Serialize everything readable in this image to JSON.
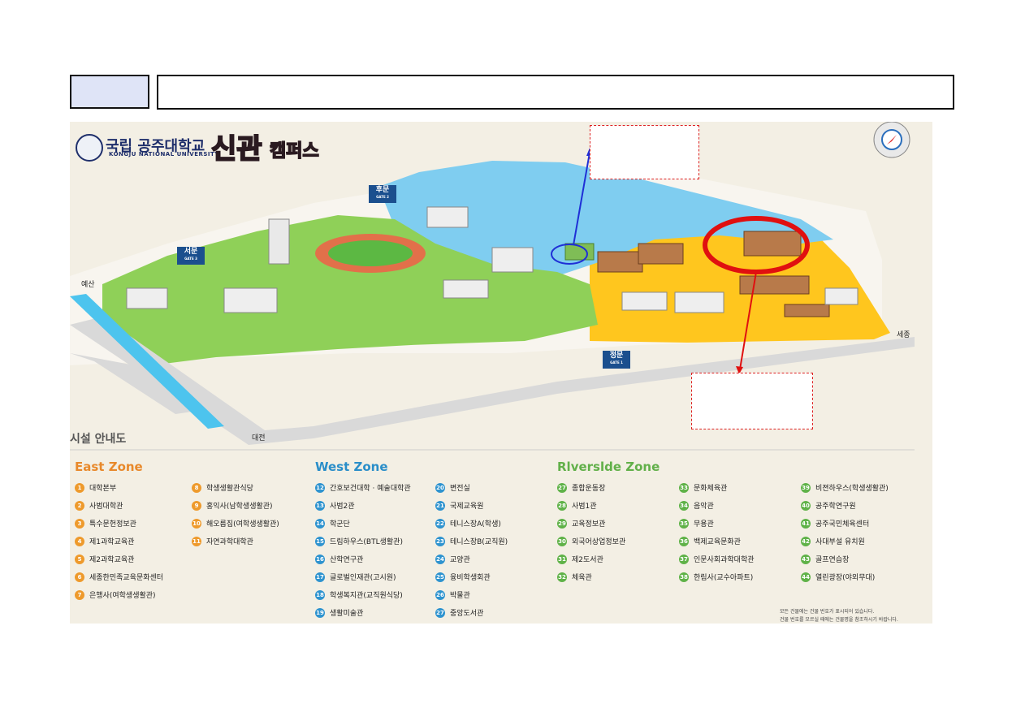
{
  "map": {
    "university_name": "국립 공주대학교",
    "university_name_en": "KONGJU NATIONAL UNIVERSITY",
    "campus_title": "신관",
    "campus_title_suffix": "캠퍼스",
    "facility_guide": "시설 안내도",
    "places": {
      "yesan": "예산",
      "daejeon": "대전",
      "sejong": "세종"
    },
    "gates": {
      "west": {
        "label": "서문",
        "sub": "GATE 3"
      },
      "back": {
        "label": "후문",
        "sub": "GATE 2"
      },
      "main": {
        "label": "정문",
        "sub": "GATE 1"
      }
    },
    "colors": {
      "east": "#ee9a2c",
      "west": "#2e93cf",
      "river": "#5fb248",
      "highlight_red": "#e01010",
      "highlight_blue": "#1f2fd6"
    }
  },
  "legend": {
    "east": {
      "title": "East Zone",
      "items": [
        {
          "n": "1",
          "label": "대학본부"
        },
        {
          "n": "2",
          "label": "사범대학관"
        },
        {
          "n": "3",
          "label": "특수문헌정보관"
        },
        {
          "n": "4",
          "label": "제1과학교육관"
        },
        {
          "n": "5",
          "label": "제2과학교육관"
        },
        {
          "n": "6",
          "label": "세종한민족교육문화센터"
        },
        {
          "n": "7",
          "label": "은행사(여학생생활관)"
        },
        {
          "n": "8",
          "label": "학생생활관식당"
        },
        {
          "n": "9",
          "label": "홍익사(남학생생활관)"
        },
        {
          "n": "10",
          "label": "해오름집(여학생생활관)"
        },
        {
          "n": "11",
          "label": "자연과학대학관"
        }
      ]
    },
    "west": {
      "title": "West Zone",
      "items": [
        {
          "n": "12",
          "label": "간호보건대학 · 예술대학관"
        },
        {
          "n": "13",
          "label": "사범2관"
        },
        {
          "n": "14",
          "label": "학군단"
        },
        {
          "n": "15",
          "label": "드림하우스(BTL생활관)"
        },
        {
          "n": "16",
          "label": "산학연구관"
        },
        {
          "n": "17",
          "label": "글로벌인재관(고시원)"
        },
        {
          "n": "18",
          "label": "학생복지관(교직원식당)"
        },
        {
          "n": "19",
          "label": "생활미술관"
        },
        {
          "n": "20",
          "label": "변전실"
        },
        {
          "n": "21",
          "label": "국제교육원"
        },
        {
          "n": "22",
          "label": "테니스장A(학생)"
        },
        {
          "n": "23",
          "label": "테니스장B(교직원)"
        },
        {
          "n": "24",
          "label": "교양관"
        },
        {
          "n": "25",
          "label": "융비학생회관"
        },
        {
          "n": "26",
          "label": "박물관"
        },
        {
          "n": "27",
          "label": "중앙도서관"
        }
      ]
    },
    "river": {
      "title": "Rlverslde Zone",
      "items": [
        {
          "n": "27",
          "label": "종합운동장"
        },
        {
          "n": "28",
          "label": "사범1관"
        },
        {
          "n": "29",
          "label": "교육정보관"
        },
        {
          "n": "30",
          "label": "외국어상업정보관"
        },
        {
          "n": "31",
          "label": "제2도서관"
        },
        {
          "n": "32",
          "label": "체육관"
        },
        {
          "n": "33",
          "label": "문화체육관"
        },
        {
          "n": "34",
          "label": "음악관"
        },
        {
          "n": "35",
          "label": "무용관"
        },
        {
          "n": "36",
          "label": "백제교육문화관"
        },
        {
          "n": "37",
          "label": "인문사회과학대학관"
        },
        {
          "n": "38",
          "label": "한림사(교수아파트)"
        },
        {
          "n": "39",
          "label": "비젼하우스(학생생활관)"
        },
        {
          "n": "40",
          "label": "공주학연구원"
        },
        {
          "n": "41",
          "label": "공주국민체육센터"
        },
        {
          "n": "42",
          "label": "사대부설 유치원"
        },
        {
          "n": "43",
          "label": "골프연습장"
        },
        {
          "n": "44",
          "label": "열린광장(야외무대)"
        }
      ]
    },
    "notes": [
      "모든 건물에는 건물 번호가 표시되어 있습니다.",
      "건물 번호를 모르실 때에는 건물명을 참조하시기 바랍니다."
    ]
  }
}
